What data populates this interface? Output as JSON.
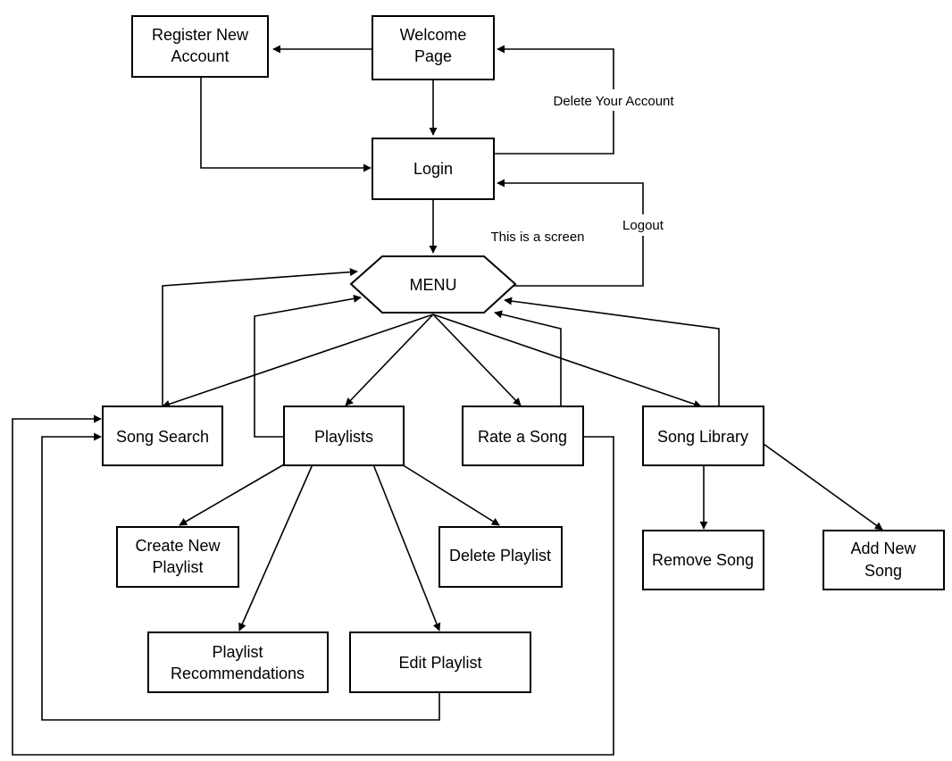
{
  "nodes": {
    "register": {
      "line1": "Register New",
      "line2": "Account"
    },
    "welcome": {
      "line1": "Welcome",
      "line2": "Page"
    },
    "login": {
      "label": "Login"
    },
    "menu": {
      "label": "MENU"
    },
    "song_search": {
      "label": "Song Search"
    },
    "playlists": {
      "label": "Playlists"
    },
    "rate_song": {
      "label": "Rate a Song"
    },
    "song_library": {
      "label": "Song Library"
    },
    "create_playlist": {
      "line1": "Create New",
      "line2": "Playlist"
    },
    "delete_playlist": {
      "label": "Delete Playlist"
    },
    "playlist_recs": {
      "line1": "Playlist",
      "line2": "Recommendations"
    },
    "edit_playlist": {
      "label": "Edit Playlist"
    },
    "remove_song": {
      "label": "Remove Song"
    },
    "add_song": {
      "line1": "Add New",
      "line2": "Song"
    }
  },
  "edge_labels": {
    "delete_account": "Delete Your Account",
    "logout": "Logout",
    "screen_note": "This is a screen"
  },
  "colors": {
    "stroke": "#000000",
    "fill": "#ffffff",
    "text": "#000000"
  }
}
